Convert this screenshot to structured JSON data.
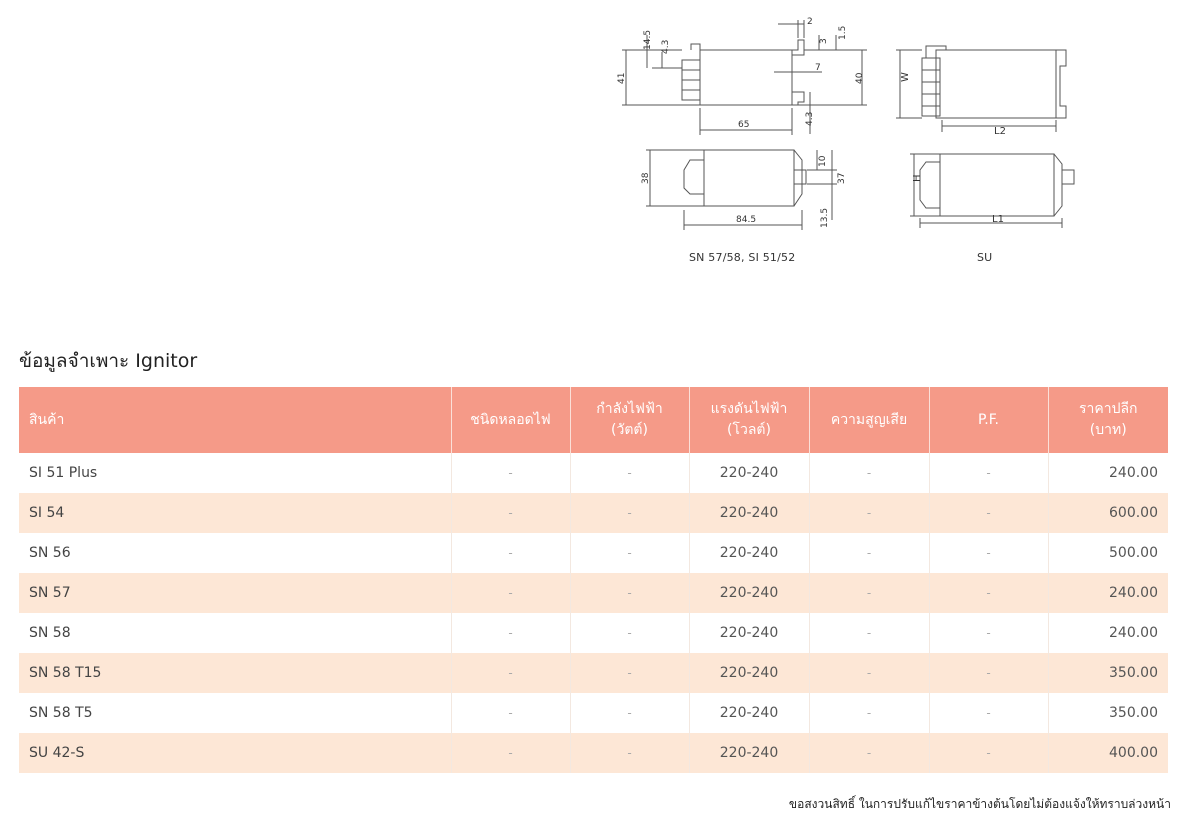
{
  "diagrams": {
    "left": {
      "caption": "SN 57/58, SI 51/52",
      "dims": {
        "d2": "2",
        "d3": "3",
        "d1_5": "1.5",
        "d14_5": "14.5",
        "d4_3a": "4.3",
        "d41": "41",
        "d40": "40",
        "d7": "7",
        "d65": "65",
        "d4_3b": "4.3",
        "d38": "38",
        "d10": "10",
        "d37": "37",
        "d84_5": "84.5",
        "d13_5": "13.5"
      }
    },
    "right": {
      "caption": "SU",
      "dims": {
        "w": "W",
        "l2": "L2",
        "h": "H",
        "l1": "L1"
      }
    }
  },
  "section": {
    "title": "ข้อมูลจำเพาะ Ignitor"
  },
  "table": {
    "headers": [
      [
        "สินค้า"
      ],
      [
        "ชนิดหลอดไฟ"
      ],
      [
        "กำลังไฟฟ้า",
        "(วัตต์)"
      ],
      [
        "แรงดันไฟฟ้า",
        "(โวลต์)"
      ],
      [
        "ความสูญเสีย"
      ],
      [
        "P.F."
      ],
      [
        "ราคาปลีก",
        "(บาท)"
      ]
    ],
    "rows": [
      [
        "SI 51 Plus",
        "-",
        "-",
        "220-240",
        "-",
        "-",
        "240.00"
      ],
      [
        "SI 54",
        "-",
        "-",
        "220-240",
        "-",
        "-",
        "600.00"
      ],
      [
        "SN 56",
        "-",
        "-",
        "220-240",
        "-",
        "-",
        "500.00"
      ],
      [
        "SN 57",
        "-",
        "-",
        "220-240",
        "-",
        "-",
        "240.00"
      ],
      [
        "SN 58",
        "-",
        "-",
        "220-240",
        "-",
        "-",
        "240.00"
      ],
      [
        "SN 58 T15",
        "-",
        "-",
        "220-240",
        "-",
        "-",
        "350.00"
      ],
      [
        "SN 58 T5",
        "-",
        "-",
        "220-240",
        "-",
        "-",
        "350.00"
      ],
      [
        "SU 42-S",
        "-",
        "-",
        "220-240",
        "-",
        "-",
        "400.00"
      ]
    ]
  },
  "footnote": "ขอสงวนสิทธิ์ ในการปรับแก้ไขราคาข้างต้นโดยไม่ต้องแจ้งให้ทราบล่วงหน้า",
  "colors": {
    "header_bg": "#f59a88",
    "row_alt_bg": "#fde7d6",
    "line": "#555555"
  }
}
